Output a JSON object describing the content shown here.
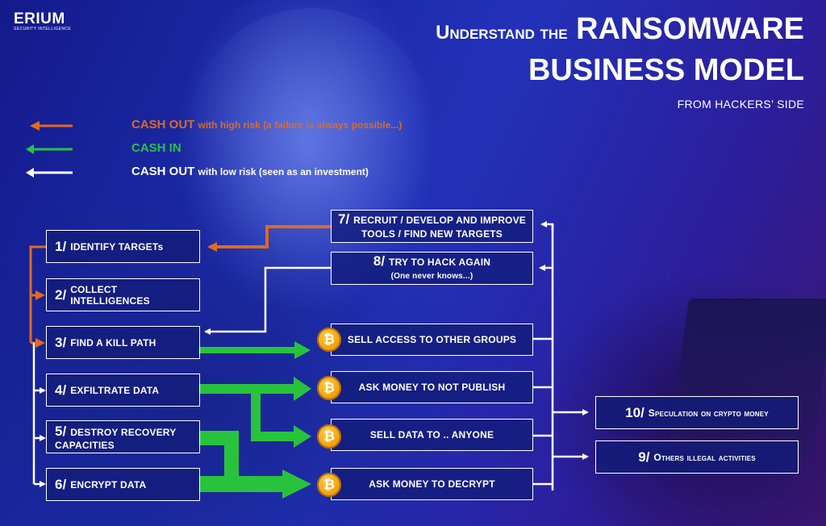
{
  "logo": {
    "name": "ERIUM",
    "tagline": "SECURITY INTELLIGENCE"
  },
  "title": {
    "prefix": "Understand the",
    "highlight": "RANSOMWARE",
    "line2": "BUSINESS MODEL",
    "subtitle": "FROM HACKERS’ SIDE"
  },
  "legend": [
    {
      "lead": "CASH OUT",
      "rest": "with high risk (a failure is always possible...)",
      "color": "#e06a1f"
    },
    {
      "lead": "CASH IN",
      "rest": "",
      "color": "#28c33c"
    },
    {
      "lead": "CASH OUT",
      "rest": "with low risk (seen as an investment)",
      "color": "#ffffff"
    }
  ],
  "steps": [
    {
      "num": "1/",
      "label": "IDENTIFY TARGETs"
    },
    {
      "num": "2/",
      "label": "COLLECT INTELLIGENCES"
    },
    {
      "num": "3/",
      "label": "FIND A KILL PATH"
    },
    {
      "num": "4/",
      "label": "EXFILTRATE DATA"
    },
    {
      "num": "5/",
      "label": "DESTROY RECOVERY",
      "label2": "CAPACITIES"
    },
    {
      "num": "6/",
      "label": "ENCRYPT DATA"
    }
  ],
  "monetize": [
    {
      "label": "SELL ACCESS TO OTHER GROUPS"
    },
    {
      "label": "ASK MONEY TO NOT PUBLISH"
    },
    {
      "label": "SELL DATA TO .. ANYONE"
    },
    {
      "label": "ASK MONEY TO DECRYPT"
    }
  ],
  "reinvest": [
    {
      "num": "7/",
      "label": "RECRUIT / DEVELOP AND IMPROVE",
      "label2": "TOOLS / FIND NEW TARGETS"
    },
    {
      "num": "8/",
      "label": "TRY TO HACK AGAIN",
      "label2": "(One never knows...)"
    }
  ],
  "outcomes": [
    {
      "num": "10/",
      "label": "Speculation on crypto money"
    },
    {
      "num": "9/",
      "label": "Others illegal activities"
    }
  ],
  "colors": {
    "orange": "#e06a1f",
    "green": "#28c33c",
    "white": "#ffffff",
    "coin": "#f2a20c"
  },
  "icons": {
    "coin": "bitcoin-coin-icon"
  }
}
